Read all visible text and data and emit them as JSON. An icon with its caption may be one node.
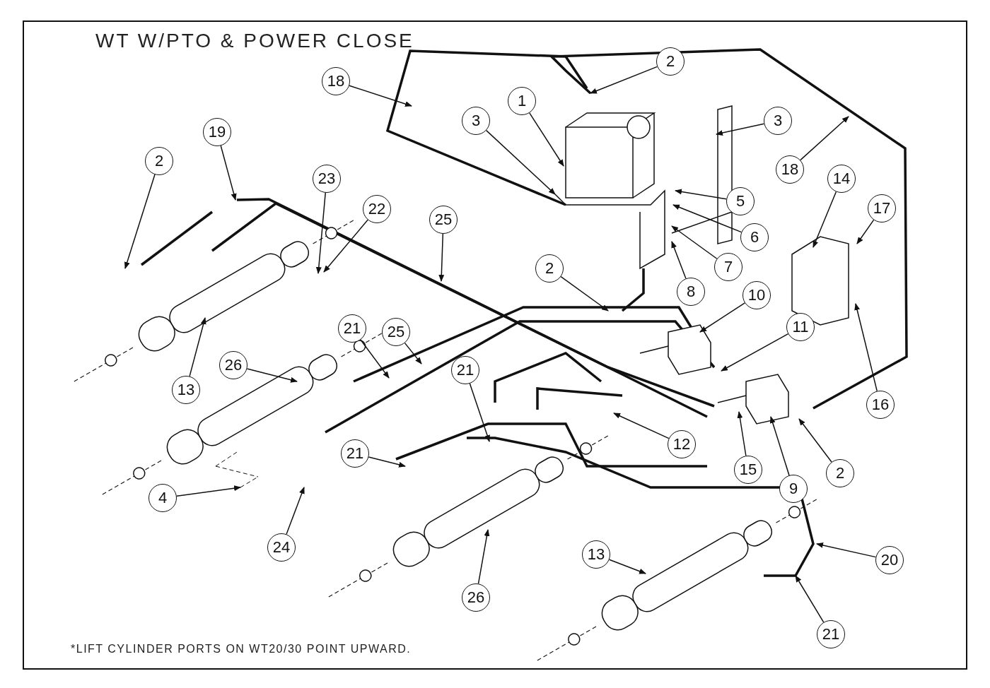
{
  "diagram": {
    "title": "WT W/PTO & POWER CLOSE",
    "nodes": [
      {
        "text": [
          "2"
        ]
      },
      {
        "text": [
          "1"
        ]
      },
      {
        "text": [
          "3"
        ]
      },
      {
        "text": [
          "3"
        ]
      },
      {
        "text": [
          "18"
        ]
      },
      {
        "text": [
          "18"
        ]
      },
      {
        "text": [
          "19"
        ]
      },
      {
        "text": [
          "2"
        ]
      },
      {
        "text": [
          "23"
        ]
      },
      {
        "text": [
          "22"
        ]
      },
      {
        "text": [
          "25"
        ]
      },
      {
        "text": [
          "5"
        ]
      },
      {
        "text": [
          "6"
        ]
      },
      {
        "text": [
          "7"
        ]
      },
      {
        "text": [
          "8"
        ]
      },
      {
        "text": [
          "14"
        ]
      },
      {
        "text": [
          "17"
        ]
      },
      {
        "text": [
          "2"
        ]
      },
      {
        "text": [
          "10"
        ]
      },
      {
        "text": [
          "11"
        ]
      },
      {
        "text": [
          "13"
        ]
      },
      {
        "text": [
          "26"
        ]
      },
      {
        "text": [
          "21"
        ]
      },
      {
        "text": [
          "25"
        ]
      },
      {
        "text": [
          "21"
        ]
      },
      {
        "text": [
          "12"
        ]
      },
      {
        "text": [
          "21"
        ]
      },
      {
        "text": [
          "15"
        ]
      },
      {
        "text": [
          "9"
        ]
      },
      {
        "text": [
          "2"
        ]
      },
      {
        "text": [
          "16"
        ]
      },
      {
        "text": [
          "4"
        ]
      },
      {
        "text": [
          "24"
        ]
      },
      {
        "text": [
          "26"
        ]
      },
      {
        "text": [
          "13"
        ]
      },
      {
        "text": [
          "20"
        ]
      },
      {
        "text": [
          "21"
        ]
      }
    ],
    "edges": [
      {
        "from": 0,
        "to": null,
        "arrow": "to"
      },
      {
        "from": 1,
        "to": null,
        "arrow": "to"
      },
      {
        "from": 2,
        "to": null,
        "arrow": "to"
      },
      {
        "from": 3,
        "to": null,
        "arrow": "to"
      },
      {
        "from": 4,
        "to": null,
        "arrow": "to"
      },
      {
        "from": 5,
        "to": null,
        "arrow": "to"
      },
      {
        "from": 6,
        "to": null,
        "arrow": "to"
      },
      {
        "from": 7,
        "to": null,
        "arrow": "to"
      },
      {
        "from": 8,
        "to": null,
        "arrow": "to"
      },
      {
        "from": 9,
        "to": null,
        "arrow": "to"
      },
      {
        "from": 10,
        "to": null,
        "arrow": "to"
      },
      {
        "from": 11,
        "to": null,
        "arrow": "to"
      },
      {
        "from": 12,
        "to": null,
        "arrow": "to"
      },
      {
        "from": 13,
        "to": null,
        "arrow": "to"
      },
      {
        "from": 14,
        "to": null,
        "arrow": "to"
      },
      {
        "from": 15,
        "to": null,
        "arrow": "to"
      },
      {
        "from": 16,
        "to": null,
        "arrow": "to"
      },
      {
        "from": 17,
        "to": null,
        "arrow": "to"
      },
      {
        "from": 18,
        "to": null,
        "arrow": "to"
      },
      {
        "from": 19,
        "to": null,
        "arrow": "to"
      },
      {
        "from": 20,
        "to": null,
        "arrow": "to"
      },
      {
        "from": 21,
        "to": null,
        "arrow": "to"
      },
      {
        "from": 22,
        "to": null,
        "arrow": "to"
      },
      {
        "from": 23,
        "to": null,
        "arrow": "to"
      },
      {
        "from": 24,
        "to": null,
        "arrow": "to"
      },
      {
        "from": 25,
        "to": null,
        "arrow": "to"
      },
      {
        "from": 26,
        "to": null,
        "arrow": "to"
      },
      {
        "from": 27,
        "to": null,
        "arrow": "to"
      },
      {
        "from": 28,
        "to": null,
        "arrow": "to"
      },
      {
        "from": 29,
        "to": null,
        "arrow": "to"
      },
      {
        "from": 30,
        "to": null,
        "arrow": "to"
      },
      {
        "from": 31,
        "to": null,
        "arrow": "to"
      },
      {
        "from": 32,
        "to": null,
        "arrow": "to"
      },
      {
        "from": 33,
        "to": null,
        "arrow": "to"
      },
      {
        "from": 34,
        "to": null,
        "arrow": "to"
      },
      {
        "from": 35,
        "to": null,
        "arrow": "to"
      },
      {
        "from": 36,
        "to": null,
        "arrow": "to"
      }
    ],
    "labels": [
      "*LIFT CYLINDER PORTS ON WT20/30 POINT UPWARD."
    ]
  }
}
